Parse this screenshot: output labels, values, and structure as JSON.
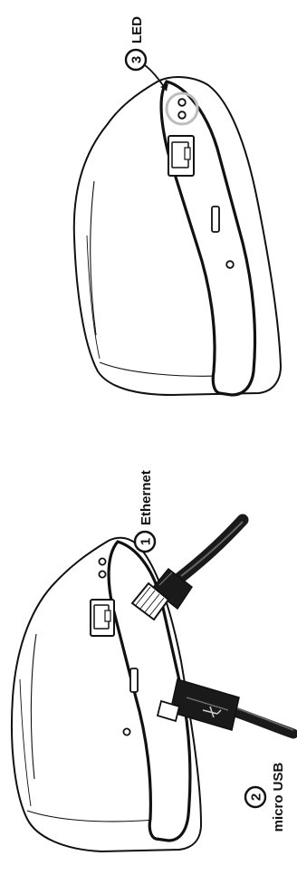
{
  "callouts": [
    {
      "number": "1",
      "label": "Ethernet"
    },
    {
      "number": "2",
      "label": "micro USB"
    },
    {
      "number": "3",
      "label": "LED"
    }
  ],
  "colors": {
    "line": "#111111",
    "fill": "#ffffff",
    "cable": "#1a1a1a",
    "led_highlight": "#bdbdbd"
  }
}
